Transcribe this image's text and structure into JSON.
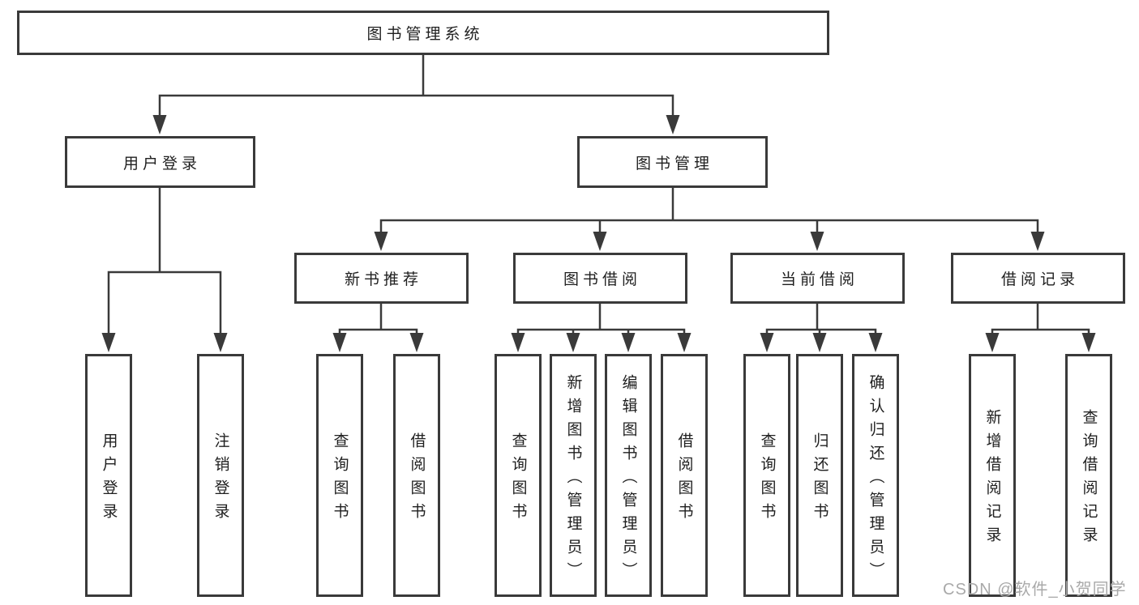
{
  "root": {
    "label": "图书管理系统"
  },
  "user_login": {
    "label": "用户登录",
    "children": {
      "login": "用户登录",
      "logout": "注销登录"
    }
  },
  "book_mgmt": {
    "label": "图书管理",
    "sections": {
      "new_books": {
        "label": "新书推荐",
        "children": {
          "query": "查询图书",
          "borrow": "借阅图书"
        }
      },
      "borrowing": {
        "label": "图书借阅",
        "children": {
          "query": "查询图书",
          "add": "新增图书（管理员）",
          "edit": "编辑图书（管理员）",
          "borrow": "借阅图书"
        }
      },
      "current": {
        "label": "当前借阅",
        "children": {
          "query": "查询图书",
          "return": "归还图书",
          "confirm": "确认归还（管理员）"
        }
      },
      "records": {
        "label": "借阅记录",
        "children": {
          "add": "新增借阅记录",
          "query": "查询借阅记录"
        }
      }
    }
  },
  "watermark": "CSDN @软件_小贺同学",
  "colors": {
    "line": "#3a3a3a",
    "text": "#1f1f1f",
    "watermark": "#a9a9a9"
  }
}
